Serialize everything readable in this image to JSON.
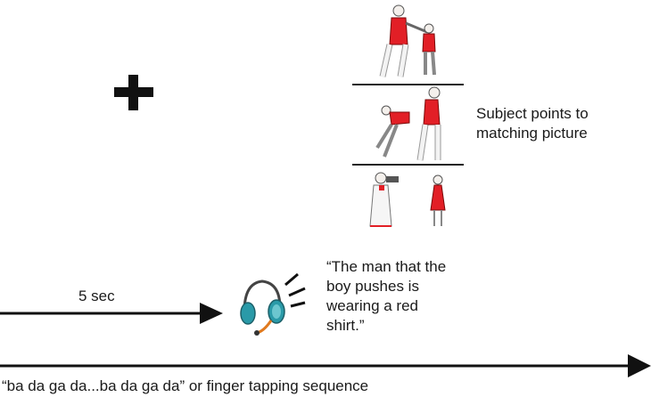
{
  "fixation": {
    "symbol": "+"
  },
  "pictures": [
    {
      "description": "man-pushes-boy"
    },
    {
      "description": "boy-pushes-man"
    },
    {
      "description": "distractor"
    }
  ],
  "subject_instruction": {
    "line1": "Subject points to",
    "line2": "matching picture"
  },
  "sentence": {
    "line1": "“The man that the",
    "line2": "boy pushes is",
    "line3": "wearing a red",
    "line4": "shirt.”"
  },
  "delay": {
    "label": "5 sec"
  },
  "timeline": {
    "label": "“ba da ga da...ba da ga da” or finger tapping sequence"
  },
  "colors": {
    "shirt": "#e21f26",
    "headphone": "#2a9aa8",
    "arrow": "#111111"
  }
}
